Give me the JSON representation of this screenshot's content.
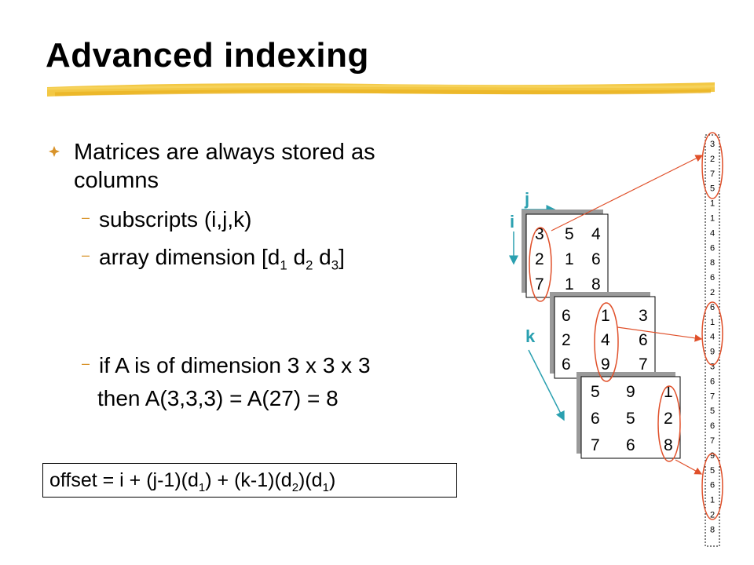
{
  "slide": {
    "title": "Advanced indexing",
    "bullet": "Matrices are always stored as columns",
    "sub1": "subscripts (i,j,k)",
    "sub2_prefix": "array dimension [d",
    "sub2_d1": "1",
    "sub2_mid1": " d",
    "sub2_d2": "2",
    "sub2_mid2": " d",
    "sub2_d3": "3",
    "sub2_suffix": "]",
    "sub3": "if A is of dimension 3 x 3 x 3",
    "then_line": "then A(3,3,3) = A(27) = 8",
    "offset_a": "offset = i + (j-1)(d",
    "offset_b": ") + (k-1)(d",
    "offset_c": ")(d",
    "offset_d": ")",
    "offset_s1": "1",
    "offset_s2": "2",
    "offset_s3": "1"
  },
  "diagram": {
    "labels": {
      "j": "j",
      "i": "i",
      "k": "k"
    },
    "matrices": [
      [
        [
          "3",
          "5",
          "4"
        ],
        [
          "2",
          "1",
          "6"
        ],
        [
          "7",
          "1",
          "8"
        ]
      ],
      [
        [
          "6",
          "1",
          "3"
        ],
        [
          "2",
          "4",
          "6"
        ],
        [
          "6",
          "9",
          "7"
        ]
      ],
      [
        [
          "5",
          "9",
          "1"
        ],
        [
          "6",
          "5",
          "2"
        ],
        [
          "7",
          "6",
          "8"
        ]
      ]
    ],
    "column_vector": [
      "3",
      "2",
      "7",
      "5",
      "1",
      "1",
      "4",
      "6",
      "8",
      "6",
      "2",
      "6",
      "1",
      "4",
      "9",
      "3",
      "6",
      "7",
      "5",
      "6",
      "7",
      "9",
      "5",
      "6",
      "1",
      "2",
      "8"
    ]
  },
  "colors": {
    "accent": "#d8932a",
    "highlighter": "#f2c230",
    "axis_arrow": "#2aa0b0",
    "callout": "#e0502a"
  }
}
